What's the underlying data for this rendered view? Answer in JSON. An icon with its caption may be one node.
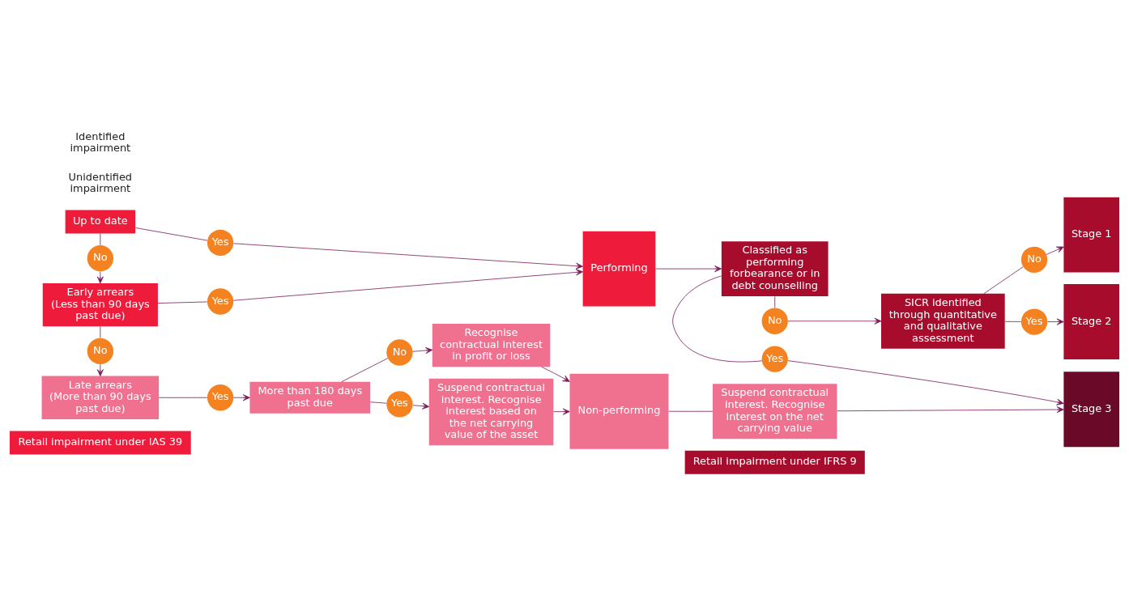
{
  "diagram": {
    "nodes": [
      {
        "text": [
          "Retail impairment under IAS 39"
        ]
      },
      {
        "text": [
          "Retail impairment under IFRS 9"
        ]
      },
      {
        "text": [
          "Up to date"
        ]
      },
      {
        "text": [
          "Yes"
        ]
      },
      {
        "text": [
          "Performing"
        ]
      },
      {
        "text": [
          "No"
        ]
      },
      {
        "text": [
          "Early arrears",
          "(Less than 90 days past due)"
        ]
      },
      {
        "text": [
          "Yes"
        ]
      },
      {
        "text": [
          "No"
        ]
      },
      {
        "text": [
          "Late arrears",
          "(More than 90 days past due)"
        ]
      },
      {
        "text": [
          "Yes"
        ]
      },
      {
        "text": [
          "More than 180 days past due"
        ]
      },
      {
        "text": [
          "No"
        ]
      },
      {
        "text": [
          "Recognise contractual interest in profit or loss"
        ]
      },
      {
        "text": [
          "Yes"
        ]
      },
      {
        "text": [
          "Suspend contractual interest. Recognise interest based on the net carrying value of the asset"
        ]
      },
      {
        "text": [
          "Non-performing"
        ]
      },
      {
        "text": [
          "No"
        ]
      },
      {
        "text": [
          "Classified as performing forbearance or in debt counselling"
        ]
      },
      {
        "text": [
          "Yes"
        ]
      },
      {
        "text": [
          "SICR identified through quantitative and qualitative assessment"
        ]
      },
      {
        "text": [
          "No"
        ]
      },
      {
        "text": [
          "Yes"
        ]
      },
      {
        "text": [
          "Stage 1"
        ]
      },
      {
        "text": [
          "Stage 2"
        ]
      },
      {
        "text": [
          "Stage 3"
        ]
      },
      {
        "text": [
          "Suspend contractual interest. Recognise interest on the net carrying value"
        ]
      }
    ],
    "edges": [
      {
        "from": 2,
        "to": 3,
        "arrow": "none"
      },
      {
        "from": 3,
        "to": 4,
        "arrow": "to"
      },
      {
        "from": 2,
        "to": 5,
        "arrow": "none"
      },
      {
        "from": 5,
        "to": 6,
        "arrow": "to"
      },
      {
        "from": 6,
        "to": 7,
        "arrow": "none"
      },
      {
        "from": 7,
        "to": 4,
        "arrow": "to"
      },
      {
        "from": 6,
        "to": 8,
        "arrow": "none"
      },
      {
        "from": 8,
        "to": 9,
        "arrow": "to"
      },
      {
        "from": 9,
        "to": 10,
        "arrow": "none"
      },
      {
        "from": 10,
        "to": 11,
        "arrow": "to"
      },
      {
        "from": 11,
        "to": 12,
        "arrow": "none"
      },
      {
        "from": 12,
        "to": 13,
        "arrow": "to"
      },
      {
        "from": 11,
        "to": 14,
        "arrow": "none"
      },
      {
        "from": 14,
        "to": 15,
        "arrow": "to"
      },
      {
        "from": 13,
        "to": 16,
        "arrow": "to"
      },
      {
        "from": 15,
        "to": 16,
        "arrow": "to"
      },
      {
        "from": 4,
        "to": 18,
        "arrow": "to"
      },
      {
        "from": 18,
        "to": 17,
        "arrow": "none"
      },
      {
        "from": 17,
        "to": 20,
        "arrow": "to"
      },
      {
        "from": 18,
        "to": 19,
        "arrow": "none"
      },
      {
        "from": 19,
        "to": 25,
        "arrow": "to"
      },
      {
        "from": 20,
        "to": 21,
        "arrow": "none"
      },
      {
        "from": 21,
        "to": 23,
        "arrow": "to"
      },
      {
        "from": 20,
        "to": 22,
        "arrow": "none"
      },
      {
        "from": 22,
        "to": 24,
        "arrow": "to"
      },
      {
        "from": 16,
        "to": 26,
        "arrow": "none"
      },
      {
        "from": 26,
        "to": 25,
        "arrow": "to"
      }
    ],
    "labels": [
      "Unidentified impairment",
      "Identified impairment"
    ]
  }
}
